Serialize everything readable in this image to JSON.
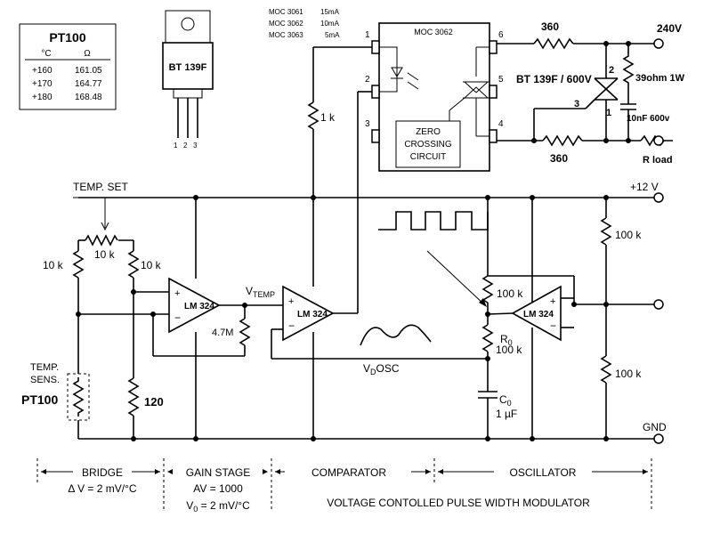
{
  "pt100_table": {
    "title": "PT100",
    "col_units": [
      "°C",
      "Ω"
    ],
    "rows": [
      [
        "+160",
        "161.05"
      ],
      [
        "+170",
        "164.77"
      ],
      [
        "+180",
        "168.48"
      ]
    ]
  },
  "triac_package": {
    "label": "BT 139F",
    "pins": [
      "1",
      "2",
      "3"
    ]
  },
  "moc_variants": [
    {
      "part": "MOC 3061",
      "current": "15mA"
    },
    {
      "part": "MOC 3062",
      "current": "10mA"
    },
    {
      "part": "MOC 3063",
      "current": "5mA"
    }
  ],
  "optocoupler": {
    "part": "MOC 3062",
    "pins": [
      "1",
      "2",
      "3",
      "4",
      "5",
      "6"
    ],
    "zero_crossing": [
      "ZERO",
      "CROSSING",
      "CIRCUIT"
    ]
  },
  "power_stage": {
    "r_top": "360",
    "r_bottom": "360",
    "triac": "BT 139F / 600V",
    "triac_pins": [
      "2",
      "3",
      "1"
    ],
    "snubber_r": "39ohm 1W",
    "snubber_c": "10nF 600v",
    "load": "R load",
    "mains": "240V"
  },
  "rails": {
    "vcc": "+12 V",
    "gnd": "GND"
  },
  "bridge": {
    "temp_set": "TEMP. SET",
    "pot": "10 k",
    "r_left": "10 k",
    "r_right": "10 k",
    "r_bottom": "120",
    "sensor_label": [
      "TEMP.",
      "SENS."
    ],
    "sensor": "PT100"
  },
  "gain_stage": {
    "opamp": "LM 324",
    "r_feedback": "4.7M",
    "output": "V",
    "output_sub": "TEMP"
  },
  "comparator": {
    "opamp": "LM 324",
    "r_pullup": "1 k"
  },
  "oscillator": {
    "opamp": "LM 324",
    "r_top": "100 k",
    "r0_name": "R",
    "r0_sub": "0",
    "r0_value": "100 k",
    "c0_name": "C",
    "c0_sub": "0",
    "c0_value": "1 µF",
    "vosc": "V",
    "vosc_sub": "D",
    "vosc_suffix": "OSC",
    "div_top": "100 k",
    "div_bottom": "100 k"
  },
  "opamp_signs": {
    "plus": "+",
    "minus": "−"
  },
  "sections": {
    "bridge": "BRIDGE",
    "bridge_note": "Δ V = 2 mV/°C",
    "gain": "GAIN STAGE",
    "gain_note1": "AV = 1000",
    "gain_note2_a": "V",
    "gain_note2_sub": "0",
    "gain_note2_b": " = 2 mV/°C",
    "comparator": "COMPARATOR",
    "oscillator": "OSCILLATOR",
    "pwm": "VOLTAGE CONTOLLED PULSE WIDTH MODULATOR"
  }
}
